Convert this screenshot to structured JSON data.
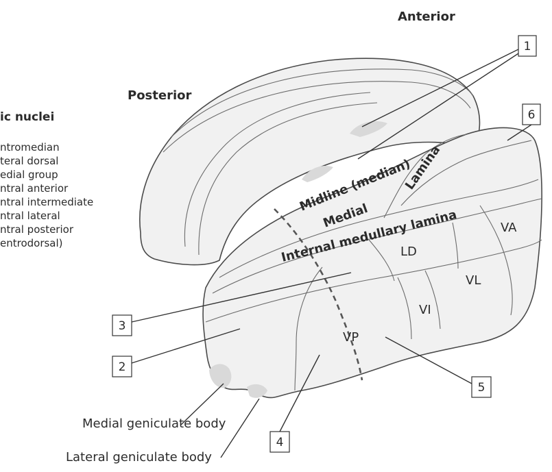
{
  "header": {
    "anterior": "Anterior",
    "posterior": "Posterior"
  },
  "legend": {
    "title": "ic nuclei",
    "items": [
      "ntromedian",
      "teral dorsal",
      "edial group",
      "ntral anterior",
      "ntral intermediate",
      "ntral lateral",
      "ntral posterior",
      "entrodorsal)"
    ]
  },
  "diagram": {
    "lamina_labels": {
      "midline": "Midline (median)",
      "lamina": "Lamina",
      "medial": "Medial",
      "internal": "Internal medullary lamina"
    },
    "regions": {
      "LD": "LD",
      "VA": "VA",
      "VL": "VL",
      "VI": "VI",
      "VP": "VP"
    },
    "callouts": [
      "1",
      "2",
      "3",
      "4",
      "5",
      "6"
    ],
    "external_labels": {
      "medial_geniculate": "Medial geniculate body",
      "lateral_geniculate": "Lateral geniculate body"
    }
  }
}
